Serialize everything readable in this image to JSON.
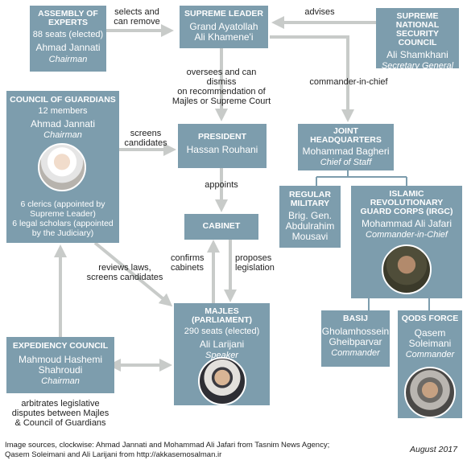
{
  "nodes": {
    "assembly": {
      "header": "ASSEMBLY OF\nEXPERTS",
      "subtitle": "88 seats (elected)",
      "name": "Ahmad Jannati",
      "role": "Chairman"
    },
    "leader": {
      "header": "SUPREME LEADER",
      "name": "Grand Ayatollah\nAli Khamene'i"
    },
    "council": {
      "header": "SUPREME\nNATIONAL\nSECURITY COUNCIL",
      "name": "Ali Shamkhani",
      "role": "Secretary General"
    },
    "guardians": {
      "header": "COUNCIL OF GUARDIANS",
      "subtitle": "12 members",
      "name": "Ahmad Jannati",
      "role": "Chairman",
      "note": "6 clerics (appointed by\nSupreme Leader)\n6 legal scholars (appointed\nby the Judiciary)"
    },
    "president": {
      "header": "PRESIDENT",
      "name": "Hassan Rouhani"
    },
    "jhq": {
      "header": "JOINT\nHEADQUARTERS",
      "name": "Mohammad Bagheri",
      "role": "Chief of Staff"
    },
    "military": {
      "header": "REGULAR\nMILITARY",
      "name": "Brig. Gen.\nAbdulrahim\nMousavi"
    },
    "irgc": {
      "header": "ISLAMIC\nREVOLUTIONARY\nGUARD CORPS (IRGC)",
      "name": "Mohammad Ali Jafari",
      "role": "Commander-in-Chief"
    },
    "cabinet": {
      "header": "CABINET"
    },
    "majles": {
      "header": "MAJLES (PARLIAMENT)",
      "subtitle": "290 seats (elected)",
      "name": "Ali Larijani",
      "role": "Speaker"
    },
    "basij": {
      "header": "BASIJ",
      "name": "Gholamhossein\nGheibparvar",
      "role": "Commander"
    },
    "qods": {
      "header": "QODS FORCE",
      "name": "Qasem\nSoleimani",
      "role": "Commander"
    },
    "expediency": {
      "header": "EXPEDIENCY COUNCIL",
      "name": "Mahmoud Hashemi\nShahroudi",
      "role": "Chairman"
    }
  },
  "edges": {
    "selects": "selects and\ncan remove",
    "advises": "advises",
    "oversees": "oversees and can dismiss\non recommendation of\nMajles or Supreme Court",
    "commander": "commander-in-chief",
    "screens": "screens\ncandidates",
    "appoints": "appoints",
    "confirms": "confirms\ncabinets",
    "proposes": "proposes\nlegislation",
    "reviews": "reviews laws,\nscreens candidates",
    "arbitrates": "arbitrates legislative\ndisputes between Majles\n& Council of Guardians"
  },
  "footer": {
    "sources": "Image sources, clockwise: Ahmad Jannati and Mohammad Ali Jafari from Tasnim News Agency;\nQasem Soleimani and Ali Larijani from http://akkasemosalman.ir",
    "date": "August 2017"
  },
  "colors": {
    "box": "#7d9dad",
    "arrow": "#c8cbc9",
    "text_on_box": "#ffffff"
  }
}
